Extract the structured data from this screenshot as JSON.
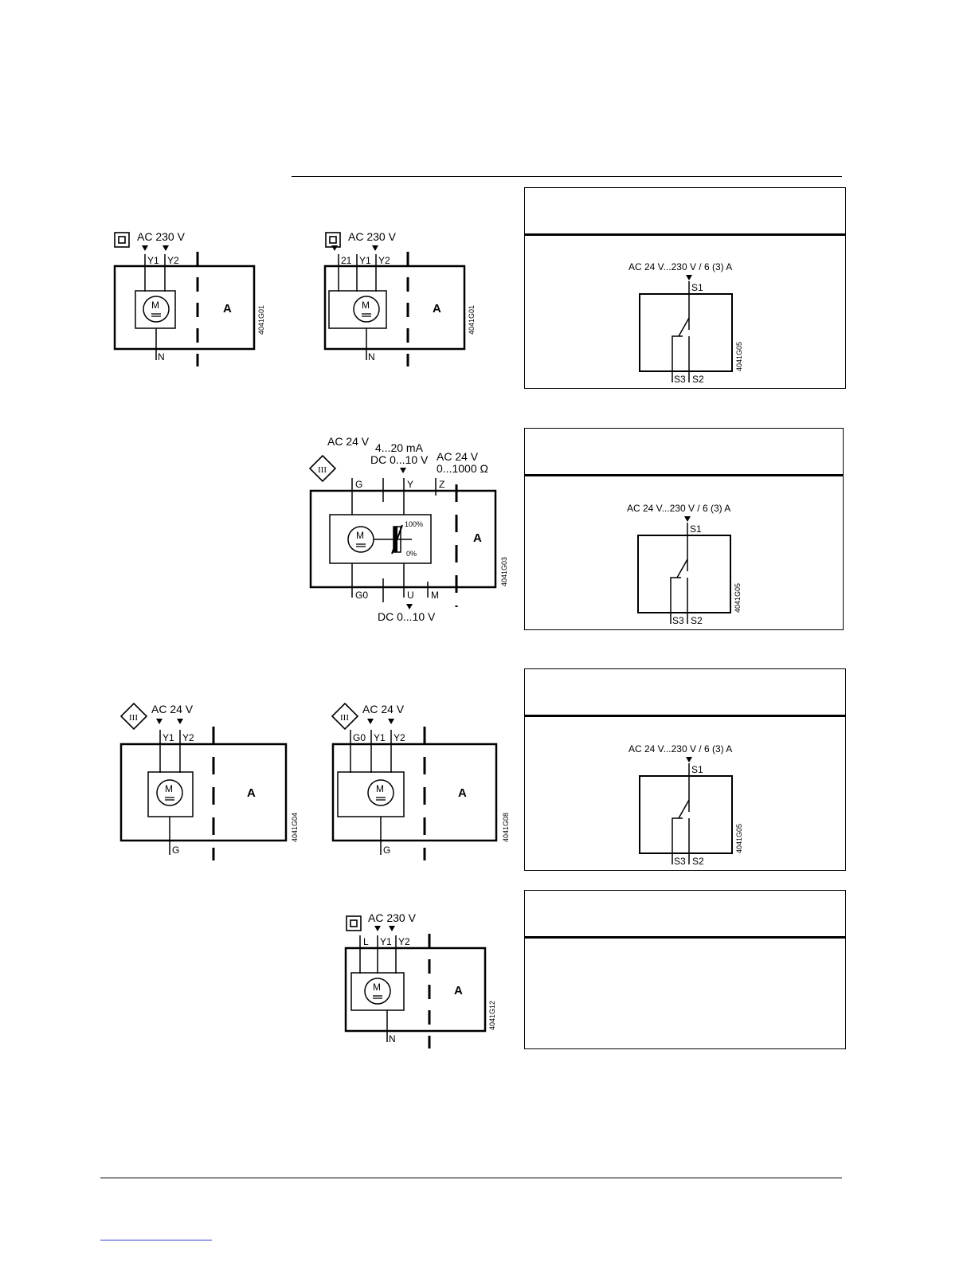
{
  "page": {
    "accent_link_color": "#2f3fd0"
  },
  "diagrams": {
    "d1": {
      "supply": "AC 230 V",
      "t1": "Y1",
      "t2": "Y2",
      "bottom": "N",
      "motor": "M",
      "aux": "A",
      "ref": "4041G01",
      "class_icon": "double-square-icon"
    },
    "d2": {
      "supply": "AC 230 V",
      "t0": "21",
      "t1": "Y1",
      "t2": "Y2",
      "bottom": "N",
      "motor": "M",
      "aux": "A",
      "ref": "4041G01",
      "class_icon": "double-square-icon"
    },
    "d3": {
      "supply": "AC 24 V",
      "signal1": "4...20 mA",
      "signal2": "DC 0...10 V",
      "supply2": "AC 24 V",
      "resistance": "0...1000 Ω",
      "tG": "G",
      "tY": "Y",
      "tZ": "Z",
      "tG0": "G0",
      "tU": "U",
      "tM": "M",
      "out": "DC 0...10 V",
      "p100": "100%",
      "p0": "0%",
      "motor": "M",
      "aux": "A",
      "ref": "4041G03",
      "class_icon": "class-iii-diamond-icon",
      "class_label": "III"
    },
    "d4": {
      "supply": "AC 24 V",
      "t1": "Y1",
      "t2": "Y2",
      "bottom": "G",
      "motor": "M",
      "aux": "A",
      "ref": "4041G04",
      "class_icon": "class-iii-diamond-icon",
      "class_label": "III"
    },
    "d5": {
      "supply": "AC 24 V",
      "t0": "G0",
      "t1": "Y1",
      "t2": "Y2",
      "bottom": "G",
      "motor": "M",
      "aux": "A",
      "ref": "4041G08",
      "class_icon": "class-iii-diamond-icon",
      "class_label": "III"
    },
    "d6": {
      "supply": "AC 230 V",
      "t0": "L",
      "t1": "Y1",
      "t2": "Y2",
      "bottom": "N",
      "motor": "M",
      "aux": "A",
      "ref": "4041G12",
      "class_icon": "double-square-icon"
    }
  },
  "panels": [
    {
      "rating": "AC 24 V...230 V / 6 (3) A",
      "s1": "S1",
      "s3": "S3",
      "s2": "S2",
      "ref": "4041G05"
    },
    {
      "rating": "AC 24 V...230 V / 6 (3) A",
      "s1": "S1",
      "s3": "S3",
      "s2": "S2",
      "ref": "4041G05"
    },
    {
      "rating": "AC 24 V...230 V / 6 (3) A",
      "s1": "S1",
      "s3": "S3",
      "s2": "S2",
      "ref": "4041G05"
    },
    {}
  ]
}
